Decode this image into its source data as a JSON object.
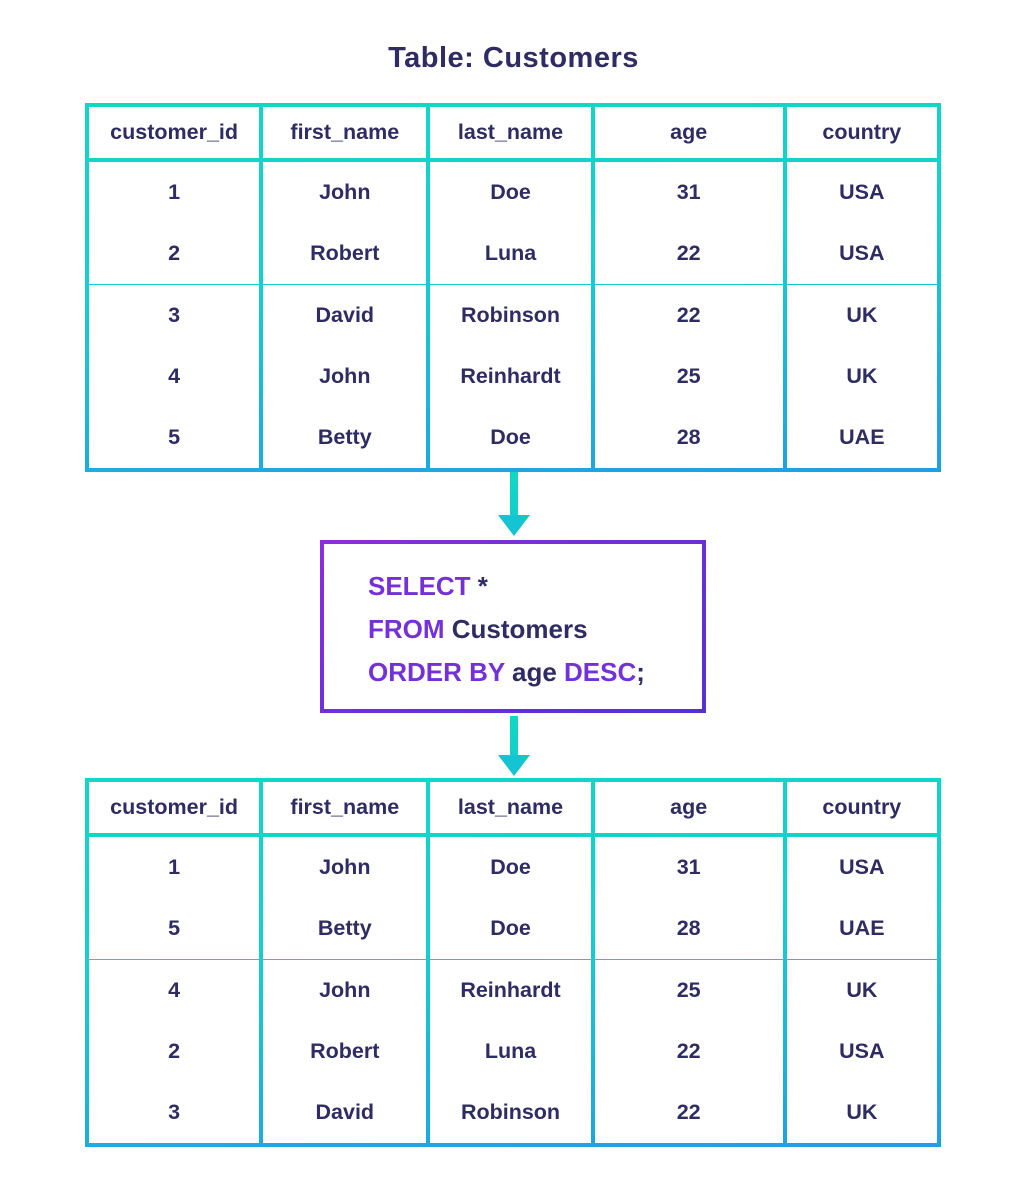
{
  "title": "Table: Customers",
  "colors": {
    "text_navy": "#2e2c62",
    "keyword_purple": "#7430d9",
    "grid_teal_start": "#11d7c5",
    "grid_blue_end": "#1f9fe2",
    "box_border_purple_start": "#8a2ee0",
    "box_border_purple_end": "#5531d2",
    "arrow_teal": "#13ceca"
  },
  "icons": {
    "arrow_down": "arrow-down"
  },
  "tables": [
    {
      "name": "source-table",
      "headers": [
        "customer_id",
        "first_name",
        "last_name",
        "age",
        "country"
      ],
      "rows": [
        [
          "1",
          "John",
          "Doe",
          "31",
          "USA"
        ],
        [
          "2",
          "Robert",
          "Luna",
          "22",
          "USA"
        ],
        [
          "3",
          "David",
          "Robinson",
          "22",
          "UK"
        ],
        [
          "4",
          "John",
          "Reinhardt",
          "25",
          "UK"
        ],
        [
          "5",
          "Betty",
          "Doe",
          "28",
          "UAE"
        ]
      ]
    },
    {
      "name": "result-table",
      "headers": [
        "customer_id",
        "first_name",
        "last_name",
        "age",
        "country"
      ],
      "rows": [
        [
          "1",
          "John",
          "Doe",
          "31",
          "USA"
        ],
        [
          "5",
          "Betty",
          "Doe",
          "28",
          "UAE"
        ],
        [
          "4",
          "John",
          "Reinhardt",
          "25",
          "UK"
        ],
        [
          "2",
          "Robert",
          "Luna",
          "22",
          "USA"
        ],
        [
          "3",
          "David",
          "Robinson",
          "22",
          "UK"
        ]
      ]
    }
  ],
  "sql": {
    "lines": [
      {
        "tokens": [
          {
            "text": "SELECT",
            "type": "keyword"
          },
          {
            "text": " *",
            "type": "plain"
          }
        ]
      },
      {
        "tokens": [
          {
            "text": "FROM",
            "type": "keyword"
          },
          {
            "text": " Customers",
            "type": "plain"
          }
        ]
      },
      {
        "tokens": [
          {
            "text": "ORDER BY",
            "type": "keyword"
          },
          {
            "text": " age ",
            "type": "plain"
          },
          {
            "text": "DESC",
            "type": "keyword"
          },
          {
            "text": ";",
            "type": "plain"
          }
        ]
      }
    ]
  }
}
